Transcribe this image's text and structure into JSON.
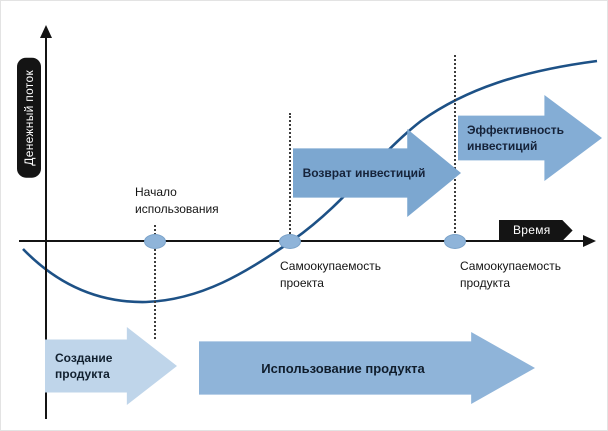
{
  "axes": {
    "y_label": "Денежный поток",
    "x_label": "Время"
  },
  "milestones": [
    {
      "label": "Начало использования"
    },
    {
      "label": "Самоокупаемость проекта"
    },
    {
      "label": "Самоокупаемость продукта"
    }
  ],
  "arrows": [
    {
      "label": "Возврат инвестиций"
    },
    {
      "label": "Эффективность инвестиций"
    },
    {
      "label": "Создание продукта"
    },
    {
      "label": "Использование продукта"
    }
  ],
  "colors": {
    "curve": "#1d5186",
    "axis": "#141414",
    "badge_bg": "#141414",
    "badge_text": "#ffffff",
    "arrow_medium": "#7ca7d0",
    "arrow_light": "#bfd5ea",
    "milestone_dot": "#8fb4d9"
  }
}
